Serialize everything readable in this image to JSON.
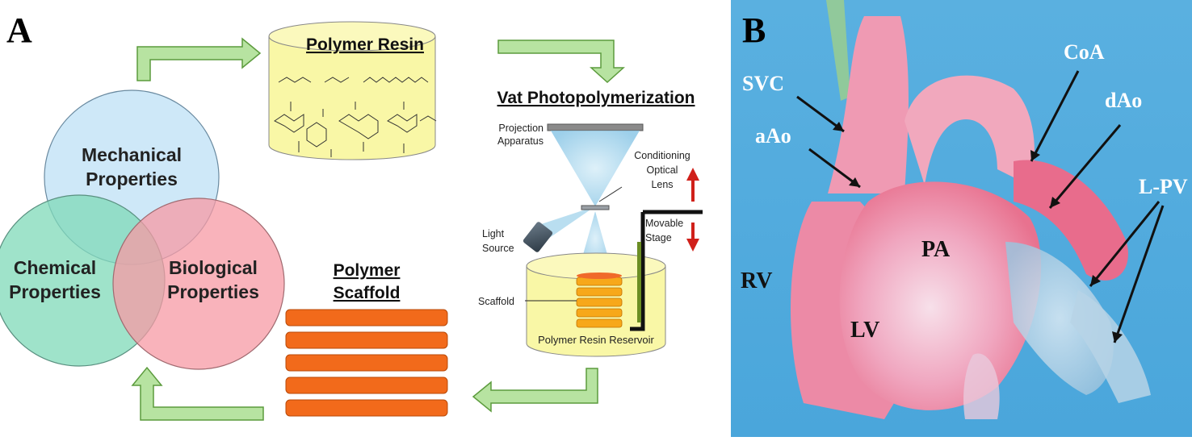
{
  "panel_a": {
    "letter": "A",
    "venn": {
      "mechanical": [
        "Mechanical",
        "Properties"
      ],
      "chemical": [
        "Chemical",
        "Properties"
      ],
      "biological": [
        "Biological",
        "Properties"
      ]
    },
    "resin_title": "Polymer Resin",
    "vat_title": "Vat Photopolymerization",
    "projection_label": [
      "Projection",
      "Apparatus"
    ],
    "conditioning_label": [
      "Conditioning",
      "Optical",
      "Lens"
    ],
    "light_label": [
      "Light",
      "Source"
    ],
    "stage_label": [
      "Movable",
      "Stage"
    ],
    "scaffold_label": "Scaffold",
    "reservoir_label": "Polymer Resin Reservoir",
    "scaffold_title": [
      "Polymer",
      "Scaffold"
    ],
    "colors": {
      "arrow": "#b7e3a1",
      "arrow_stroke": "#5c9b3d",
      "resin": "#f9f7a6",
      "scaffold": "#f26a1b",
      "mechanical": "#c9e6f7",
      "chemical": "#7fd9b8",
      "biological": "#f79aa4"
    }
  },
  "panel_b": {
    "letter": "B",
    "labels": [
      "SVC",
      "aAo",
      "CoA",
      "dAo",
      "L-PV",
      "RV",
      "PA",
      "LV"
    ]
  }
}
